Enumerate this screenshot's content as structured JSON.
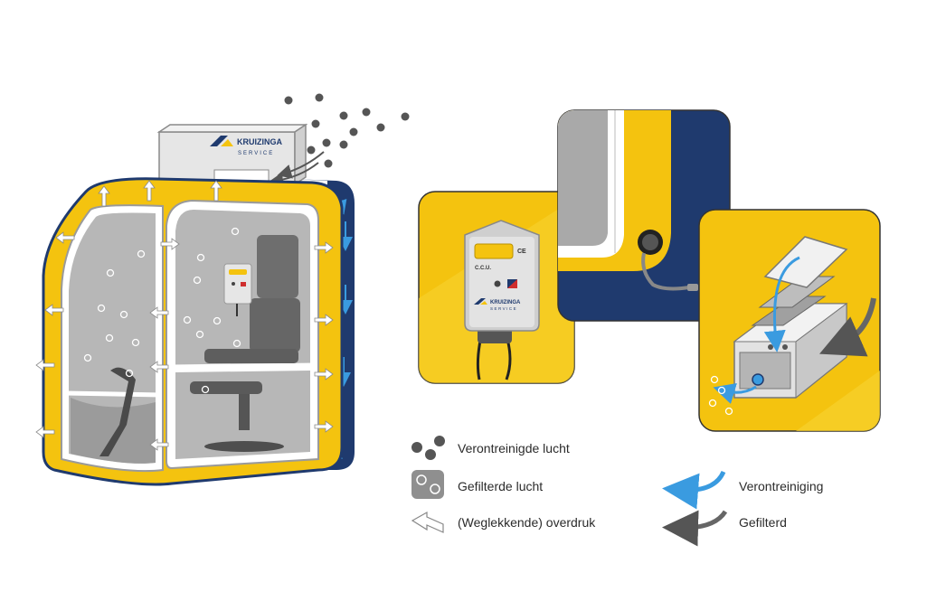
{
  "brand": {
    "name": "KRUIZINGA",
    "subtitle": "SERVICE",
    "colors": {
      "navy": "#1f3a6e",
      "yellow": "#f4c30f",
      "blue_arrow": "#3a9be0",
      "gray_arrow": "#666666"
    }
  },
  "ccu": {
    "label": "C.C.U.",
    "mark": "CE"
  },
  "legend": {
    "polluted_air": "Verontreinigde lucht",
    "filtered_air": "Gefilterde lucht",
    "overpressure": "(Weglekkende) overdruk",
    "pollution": "Verontreiniging",
    "filtered": "Gefilterd"
  }
}
